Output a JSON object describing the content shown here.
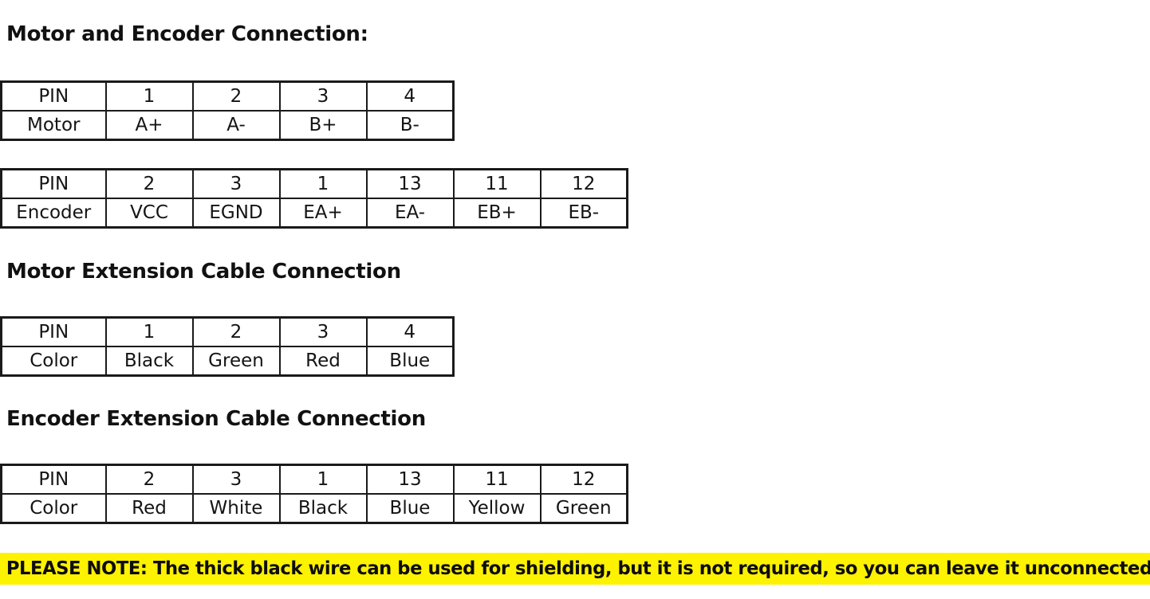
{
  "document": {
    "background_color": "#ffffff",
    "text_color": "#111111"
  },
  "sections": [
    {
      "heading": "Motor and Encoder Connection:",
      "table": {
        "name": "motor-connection-table",
        "rows": [
          [
            "PIN",
            "1",
            "2",
            "3",
            "4"
          ],
          [
            "Motor",
            "A+",
            "A-",
            "B+",
            "B-"
          ]
        ]
      }
    },
    {
      "heading": "Motor Extension Cable Connection",
      "table": {
        "name": "motor-extension-cable-table",
        "rows": [
          [
            "PIN",
            "1",
            "2",
            "3",
            "4"
          ],
          [
            "Color",
            "Black",
            "Green",
            "Red",
            "Blue"
          ]
        ]
      }
    },
    {
      "heading": "Encoder Extension Cable Connection",
      "table": {
        "name": "encoder-extension-cable-table",
        "rows": [
          [
            "PIN",
            "2",
            "3",
            "1",
            "13",
            "11",
            "12"
          ],
          [
            "Color",
            "Red",
            "White",
            "Black",
            "Blue",
            "Yellow",
            "Green"
          ]
        ]
      }
    }
  ],
  "tables": {
    "motor": {
      "row_labels": [
        "PIN",
        "Motor"
      ],
      "pins": [
        "1",
        "2",
        "3",
        "4"
      ],
      "signals": [
        "A+",
        "A-",
        "B+",
        "B-"
      ]
    },
    "encoder": {
      "row_labels": [
        "PIN",
        "Encoder"
      ],
      "pins": [
        "2",
        "3",
        "1",
        "13",
        "11",
        "12"
      ],
      "signals": [
        "VCC",
        "EGND",
        "EA+",
        "EA-",
        "EB+",
        "EB-"
      ]
    },
    "motor_extension": {
      "row_labels": [
        "PIN",
        "Color"
      ],
      "pins": [
        "1",
        "2",
        "3",
        "4"
      ],
      "colors": [
        "Black",
        "Green",
        "Red",
        "Blue"
      ]
    },
    "encoder_extension": {
      "row_labels": [
        "PIN",
        "Color"
      ],
      "pins": [
        "2",
        "3",
        "1",
        "13",
        "11",
        "12"
      ],
      "colors": [
        "Red",
        "White",
        "Black",
        "Blue",
        "Yellow",
        "Green"
      ]
    }
  },
  "note": {
    "text": "PLEASE NOTE: The thick black wire can be used for shielding, but it is not required, so you can leave it unconnected.",
    "highlight_color": "#fdf200",
    "text_color": "#0d0d0d"
  }
}
